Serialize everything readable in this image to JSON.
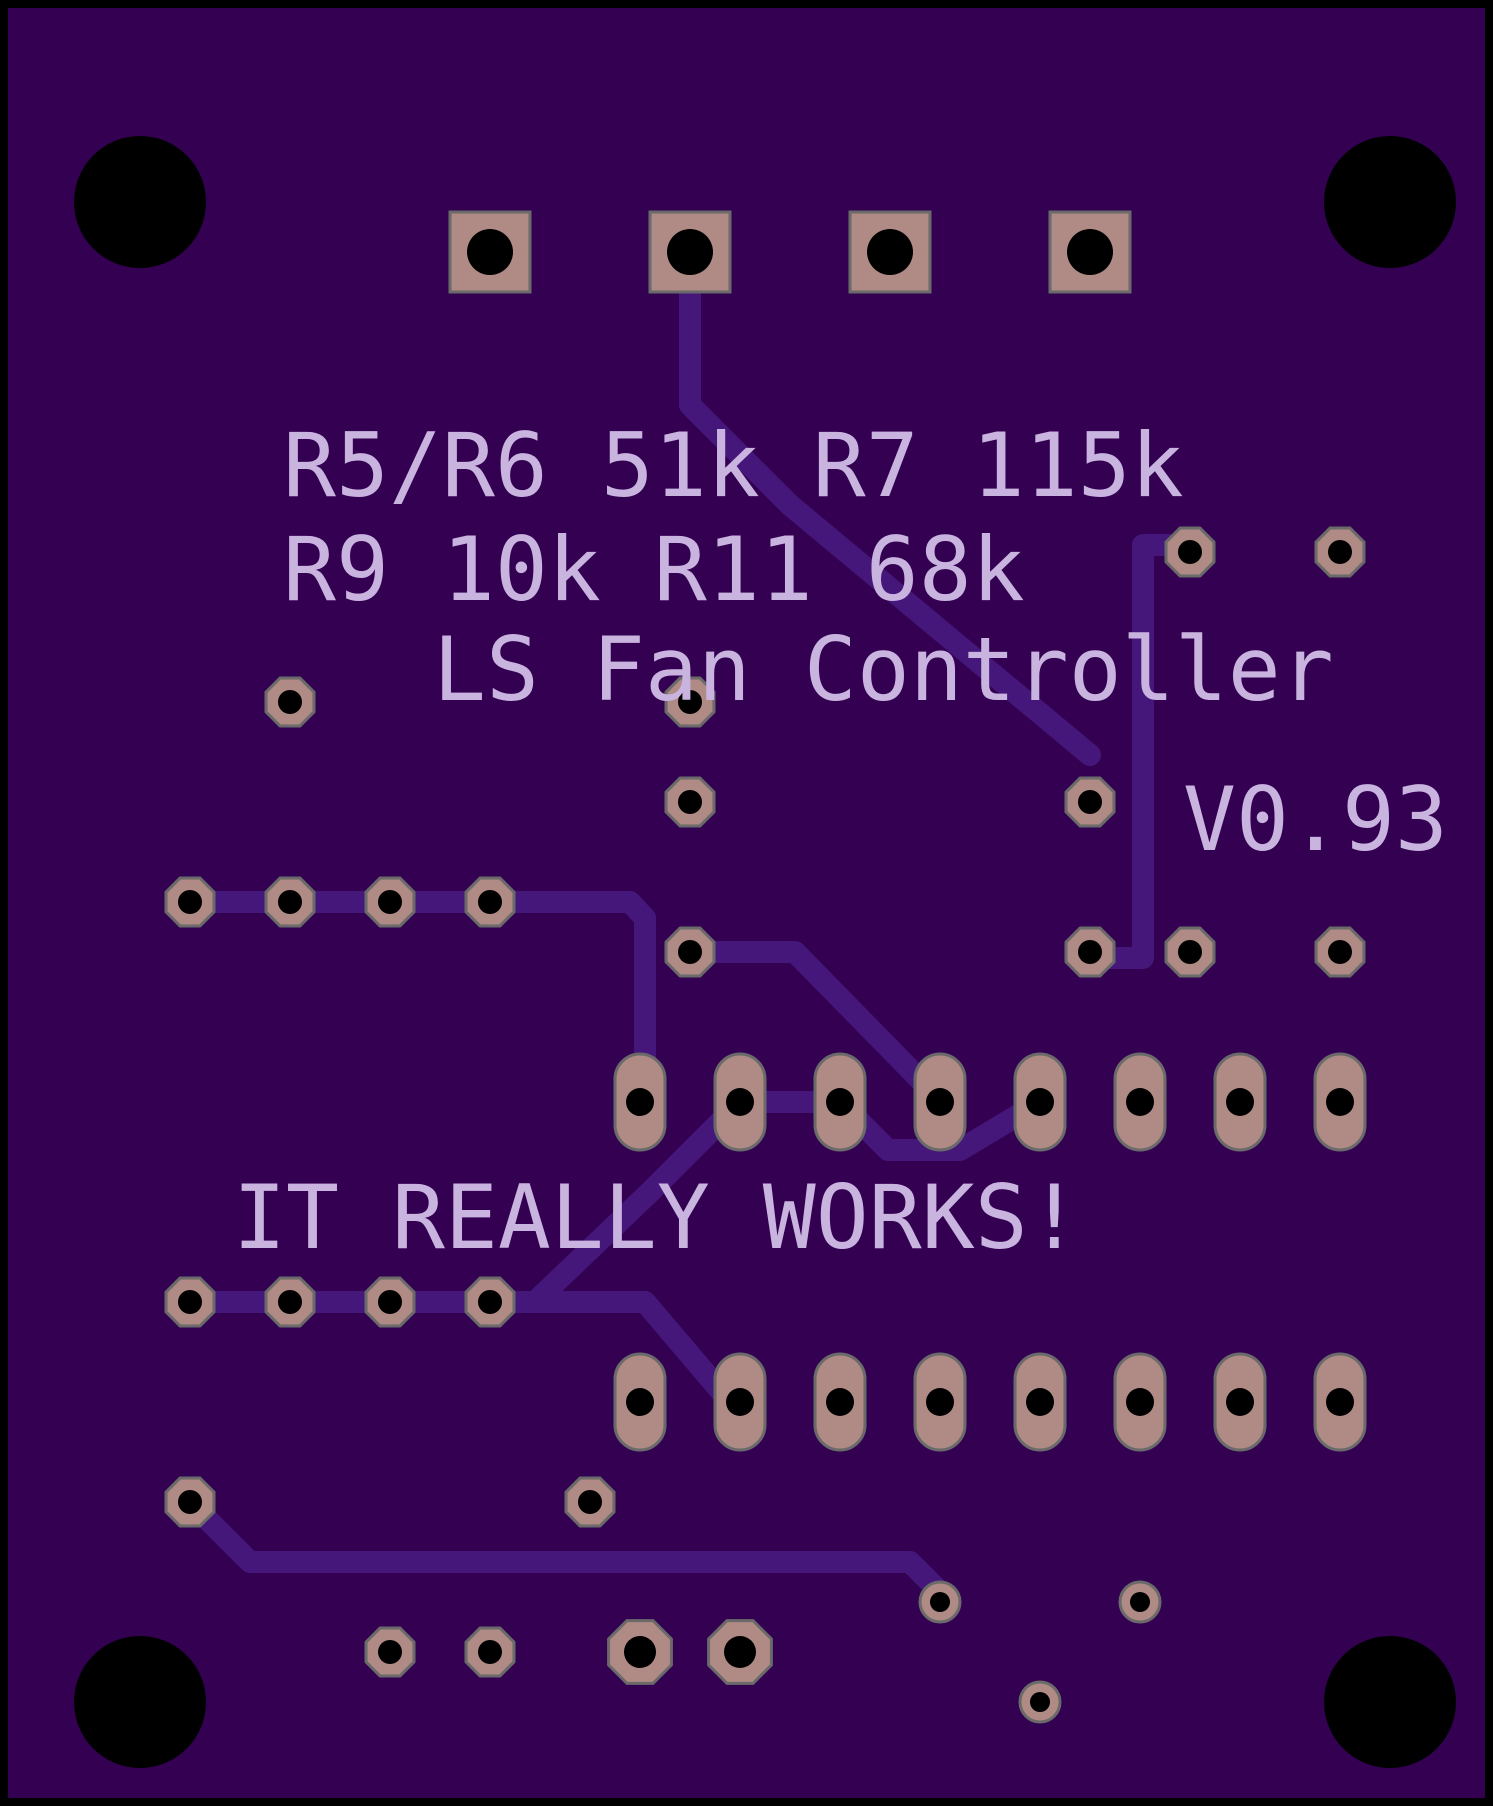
{
  "board": {
    "colors": {
      "substrate": "#330052",
      "edge": "#000000",
      "trace": "#46177a",
      "copper": "#b08a84",
      "pad_outline": "#6a6a6a",
      "drill": "#000000",
      "silkscreen": "#c9b3df"
    },
    "silkscreen": {
      "line1": "R5/R6 51k R7 115k",
      "line2": "R9 10k R11 68k",
      "title": "LS Fan Controller",
      "version": "V0.93",
      "tagline": "IT REALLY WORKS!"
    },
    "counts": {
      "mounting_holes": 4,
      "header_pins": 4,
      "ic_pins": 16
    }
  }
}
